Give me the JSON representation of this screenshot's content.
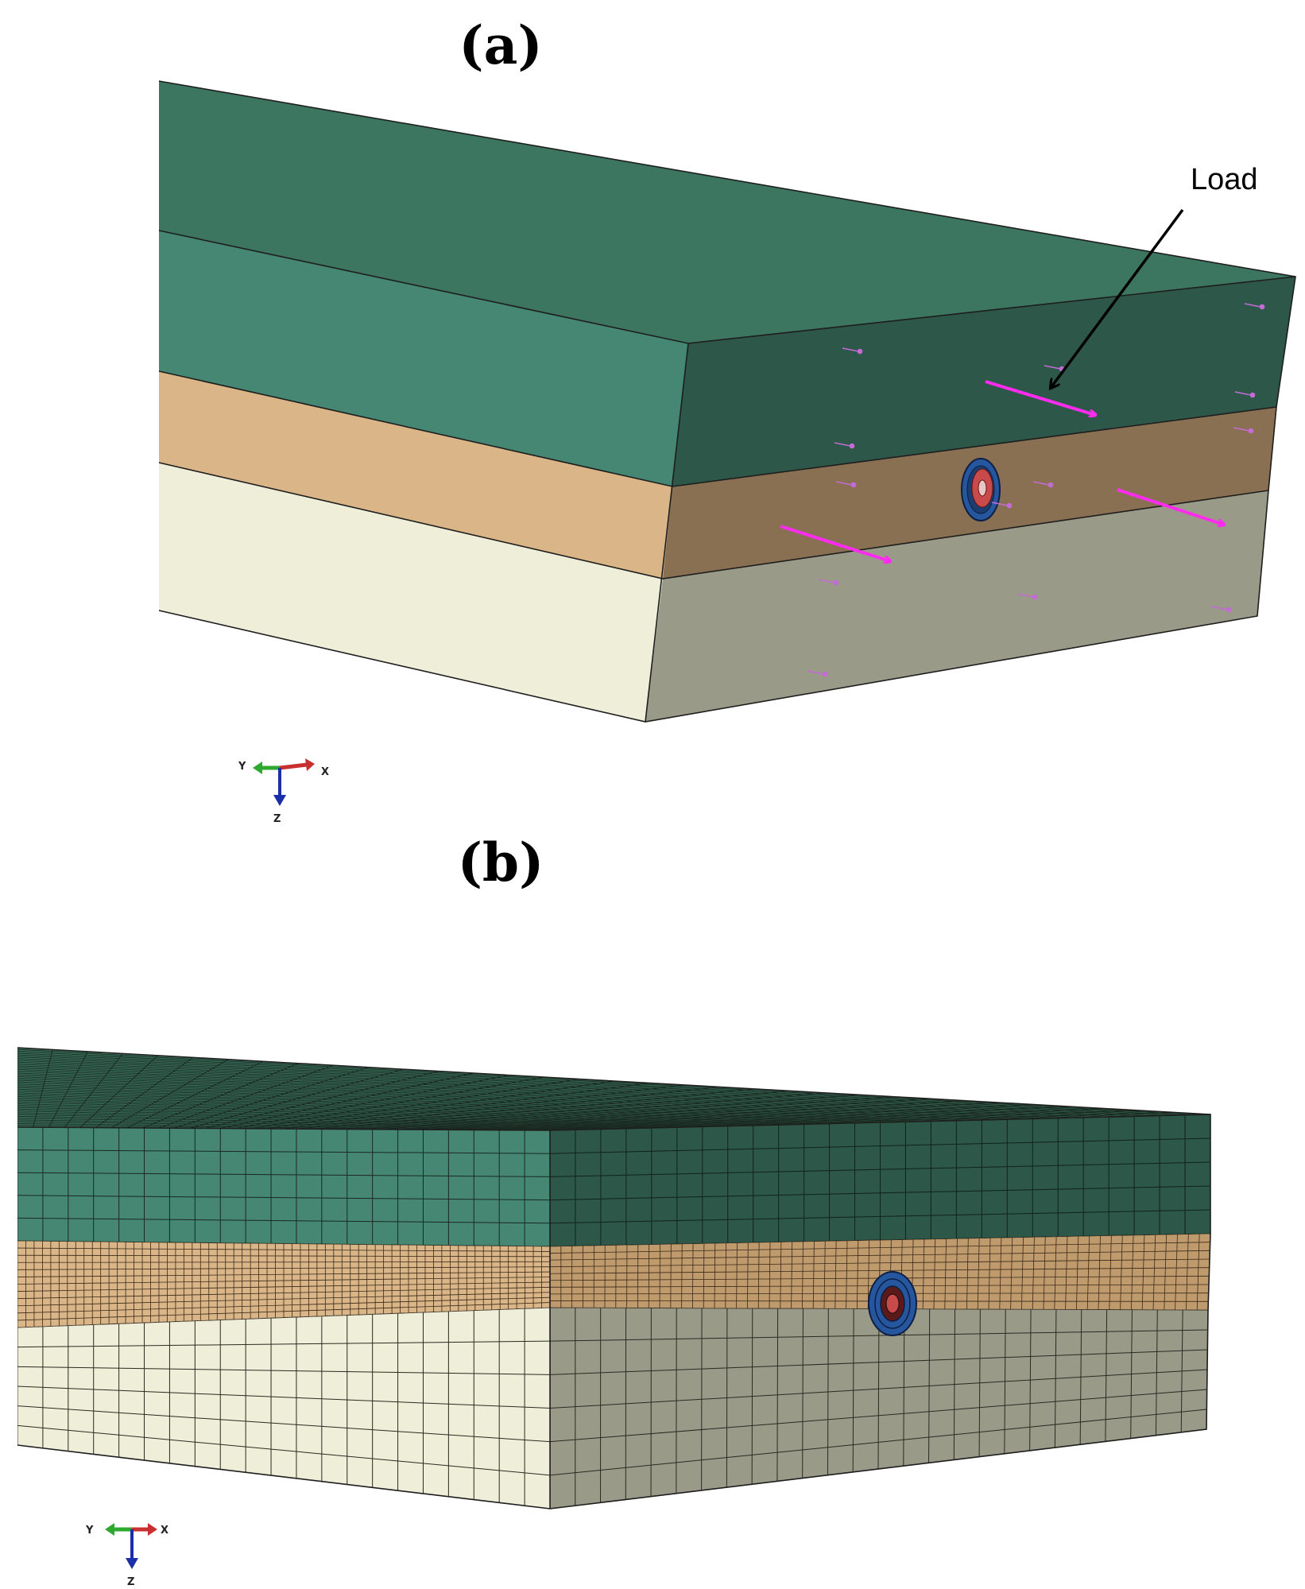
{
  "panels": [
    {
      "label": "(a)"
    },
    {
      "label": "(b)"
    }
  ],
  "annotation": {
    "label": "Load"
  },
  "triad": {
    "x_label": "X",
    "y_label": "Y",
    "z_label": "Z"
  },
  "colors": {
    "top_layer": "#3c7560",
    "top_layer_front": "#458772",
    "top_layer_side": "#2c5749",
    "middle_layer_front": "#d9b588",
    "middle_layer_side": "#8a7053",
    "bottom_layer_front": "#efeed9",
    "bottom_layer_side": "#9a9a89",
    "load_arrow": "#ff2cf0",
    "tunnel_outer": "#26579e",
    "tunnel_inner": "#c94a4a"
  }
}
